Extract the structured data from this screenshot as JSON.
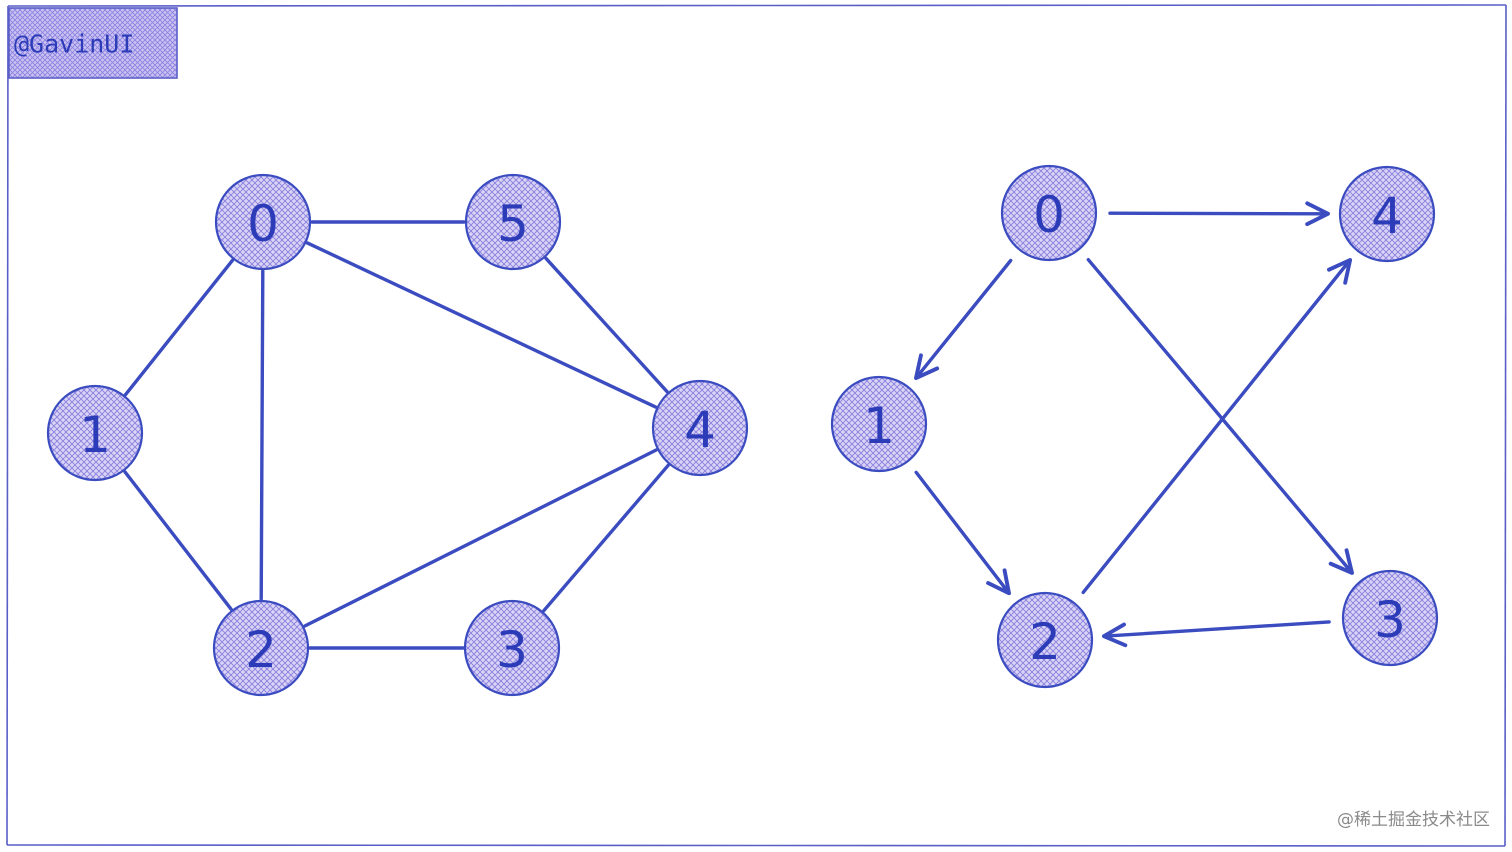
{
  "badge": {
    "text": "@GavinUI"
  },
  "watermark": {
    "text": "@稀土掘金技术社区"
  },
  "colors": {
    "ink": "#3b4cc0",
    "node_fill": "#d9d4f5",
    "hatch": "#8b7fe0",
    "frame": "#5a5fc8",
    "badge_fill": "#c9c3f2"
  },
  "graphs": [
    {
      "kind": "undirected",
      "nodes": [
        {
          "id": "0",
          "label": "0"
        },
        {
          "id": "5",
          "label": "5"
        },
        {
          "id": "1",
          "label": "1"
        },
        {
          "id": "4",
          "label": "4"
        },
        {
          "id": "2",
          "label": "2"
        },
        {
          "id": "3",
          "label": "3"
        }
      ],
      "edges": [
        {
          "from": "0",
          "to": "5"
        },
        {
          "from": "0",
          "to": "1"
        },
        {
          "from": "0",
          "to": "2"
        },
        {
          "from": "0",
          "to": "4"
        },
        {
          "from": "5",
          "to": "4"
        },
        {
          "from": "1",
          "to": "2"
        },
        {
          "from": "2",
          "to": "4"
        },
        {
          "from": "2",
          "to": "3"
        },
        {
          "from": "3",
          "to": "4"
        }
      ]
    },
    {
      "kind": "directed",
      "nodes": [
        {
          "id": "0",
          "label": "0"
        },
        {
          "id": "4",
          "label": "4"
        },
        {
          "id": "1",
          "label": "1"
        },
        {
          "id": "2",
          "label": "2"
        },
        {
          "id": "3",
          "label": "3"
        }
      ],
      "edges": [
        {
          "from": "0",
          "to": "4"
        },
        {
          "from": "0",
          "to": "1"
        },
        {
          "from": "0",
          "to": "3"
        },
        {
          "from": "1",
          "to": "2"
        },
        {
          "from": "2",
          "to": "4"
        },
        {
          "from": "3",
          "to": "2"
        }
      ]
    }
  ]
}
